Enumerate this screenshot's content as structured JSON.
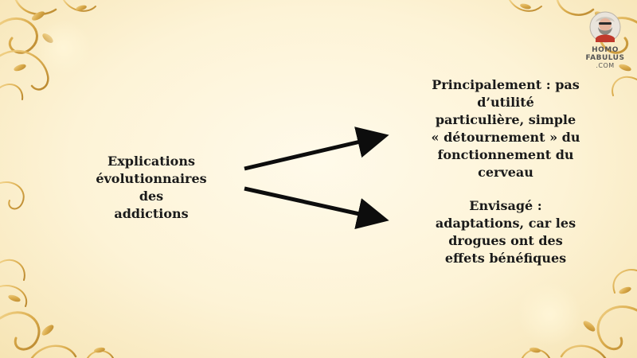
{
  "slide": {
    "source": {
      "text": "Explications\névolutionnaires des\naddictions"
    },
    "targets": [
      {
        "text": "Principalement : pas\nd’utilité\nparticulière, simple\n« détournement » du\nfonctionnement du\ncerveau"
      },
      {
        "text": "Envisagé :\nadaptations, car les\ndrogues ont des\neffets bénéfiques"
      }
    ]
  },
  "logo": {
    "line1": "HOMO",
    "line2": "FABULUS",
    "line3": ".COM"
  },
  "colors": {
    "background": "#fdf3d6",
    "ornament_gold": "#d9aa4a",
    "arrow": "#0d0d0d",
    "text": "#1a1a1a"
  },
  "icons": {
    "logo": "bearded-man-avatar-icon",
    "decoration": "gold-flourish"
  }
}
